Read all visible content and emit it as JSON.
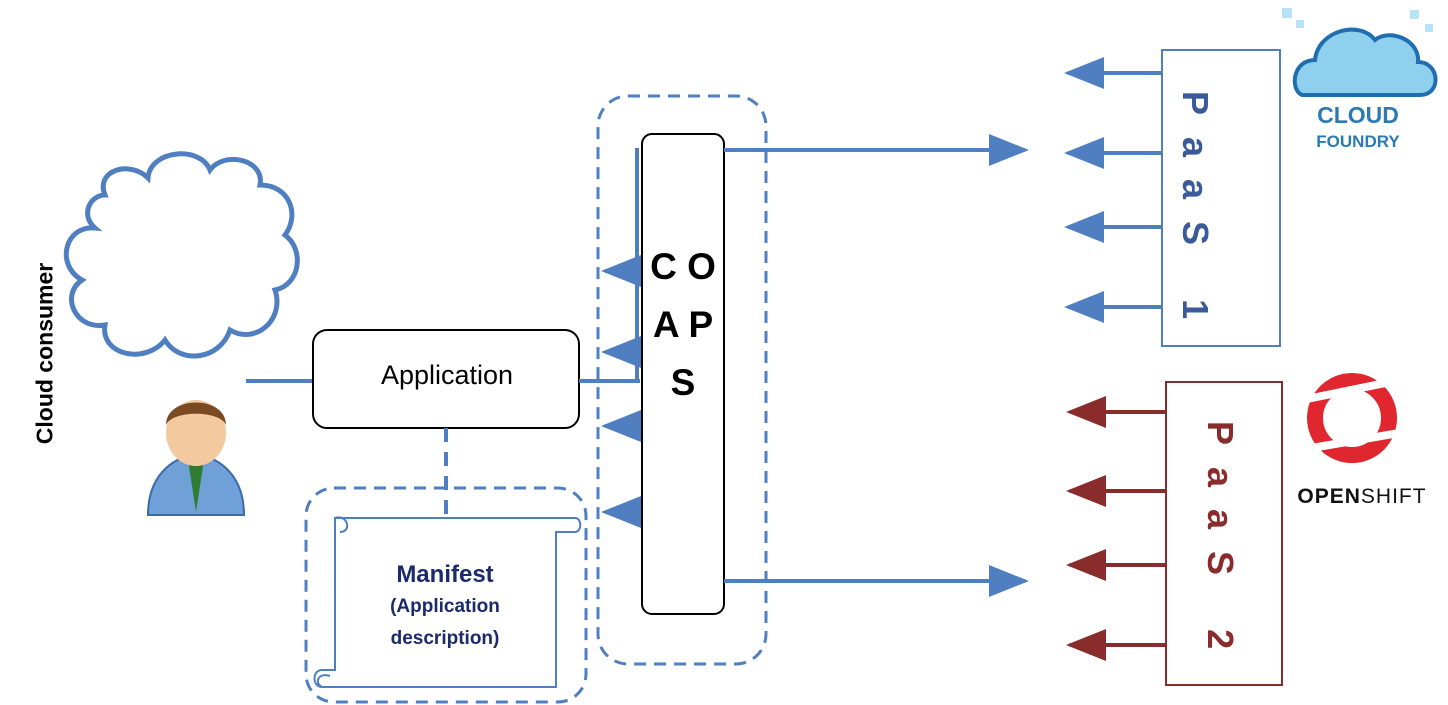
{
  "consumer_label": "Cloud consumer",
  "application_label": "Application",
  "manifest": {
    "title": "Manifest",
    "line1": "(Application",
    "line2": "description)"
  },
  "coaps_letters": "C O A P S",
  "paas1_label": "PaaS 1",
  "paas2_label": "PaaS 2",
  "cloudfoundry": {
    "line1": "CLOUD",
    "line2": "FOUNDRY"
  },
  "openshift": {
    "bold": "OPEN",
    "rest": "SHIFT"
  },
  "colors": {
    "blue": "#4f7fc0",
    "red": "#8a2c2c",
    "openshift_red": "#e0262f",
    "cloudfoundry_blue": "#2a7ab5"
  }
}
